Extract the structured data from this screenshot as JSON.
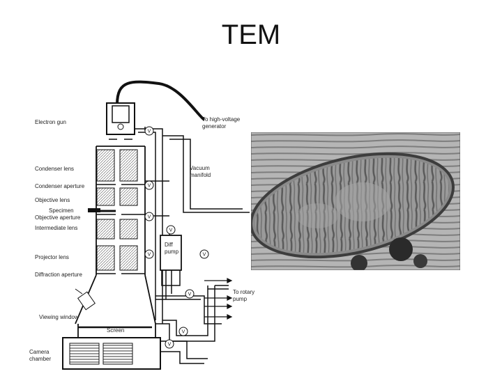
{
  "slide": {
    "title": "TEM"
  },
  "diagram": {
    "labels": {
      "electron_gun": "Electron gun",
      "high_voltage": [
        "To high-voltage",
        "generator"
      ],
      "condenser_lens": "Condenser lens",
      "condenser_aperture": "Condenser aperture",
      "objective_lens": "Objective lens",
      "specimen": "Specimen",
      "objective_aperture": "Objective aperture",
      "intermediate_lens": "Intermediate lens",
      "projector_lens": "Projector lens",
      "diffraction_aperture": "Diffraction aperture",
      "viewing_window": "Viewing window",
      "screen": "Screen",
      "camera_chamber": [
        "Camera",
        "chamber"
      ],
      "vacuum_manifold": [
        "Vacuum",
        "manifold"
      ],
      "diff_pump": [
        "Diff",
        "pump"
      ],
      "rotary_pump": [
        "To rotary",
        "pump"
      ]
    },
    "valve_symbol": "V"
  },
  "micrograph": {
    "subject": "mitochondrion"
  }
}
